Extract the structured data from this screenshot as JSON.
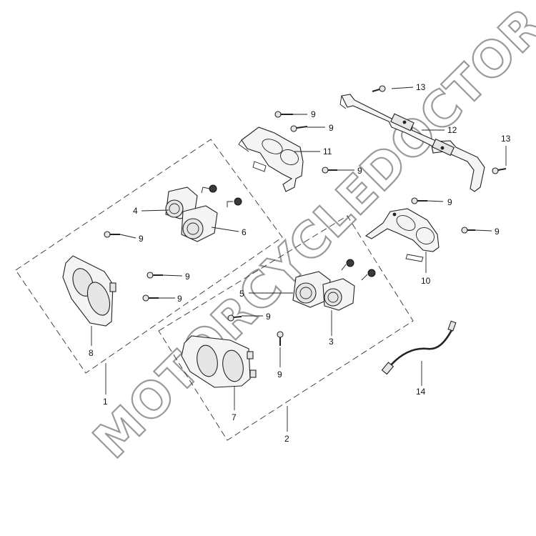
{
  "watermark": "MOTORCYCLEDOCTOR",
  "callouts": {
    "c1": "1",
    "c2": "2",
    "c3": "3",
    "c4": "4",
    "c5": "5",
    "c6": "6",
    "c7": "7",
    "c8": "8",
    "c9": "9",
    "c10": "10",
    "c11": "11",
    "c12": "12",
    "c13": "13",
    "c14": "14"
  }
}
